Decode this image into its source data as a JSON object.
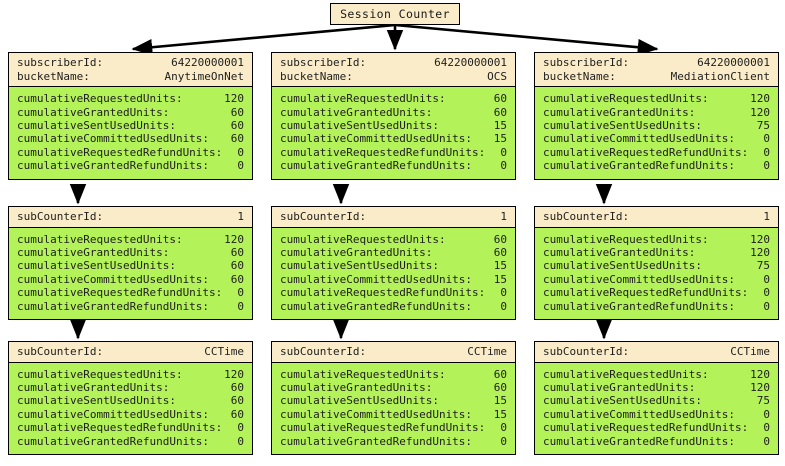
{
  "diagram": {
    "title": "Session Counter",
    "field_labels": {
      "subscriberId": "subscriberId:",
      "bucketName": "bucketName:",
      "subCounterId": "subCounterId:",
      "cumulativeRequestedUnits": "cumulativeRequestedUnits:",
      "cumulativeGrantedUnits": "cumulativeGrantedUnits:",
      "cumulativeSentUsedUnits": "cumulativeSentUsedUnits:",
      "cumulativeCommittedUsedUnits": "cumulativeCommittedUsedUnits:",
      "cumulativeRequestedRefundUnits": "cumulativeRequestedRefundUnits:",
      "cumulativeGrantedRefundUnits": "cumulativeGrantedRefundUnits:"
    },
    "columns": [
      {
        "blocks": [
          {
            "head": [
              {
                "label": "subscriberId:",
                "value": "64220000001"
              },
              {
                "label": "bucketName:",
                "value": "AnytimeOnNet"
              }
            ],
            "body": [
              {
                "label": "cumulativeRequestedUnits:",
                "value": "120"
              },
              {
                "label": "cumulativeGrantedUnits:",
                "value": "60"
              },
              {
                "label": "cumulativeSentUsedUnits:",
                "value": "60"
              },
              {
                "label": "cumulativeCommittedUsedUnits:",
                "value": "60"
              },
              {
                "label": "cumulativeRequestedRefundUnits:",
                "value": "0"
              },
              {
                "label": "cumulativeGrantedRefundUnits:",
                "value": "0"
              }
            ]
          },
          {
            "head": [
              {
                "label": "subCounterId:",
                "value": "1"
              }
            ],
            "body": [
              {
                "label": "cumulativeRequestedUnits:",
                "value": "120"
              },
              {
                "label": "cumulativeGrantedUnits:",
                "value": "60"
              },
              {
                "label": "cumulativeSentUsedUnits:",
                "value": "60"
              },
              {
                "label": "cumulativeCommittedUsedUnits:",
                "value": "60"
              },
              {
                "label": "cumulativeRequestedRefundUnits:",
                "value": "0"
              },
              {
                "label": "cumulativeGrantedRefundUnits:",
                "value": "0"
              }
            ]
          },
          {
            "head": [
              {
                "label": "subCounterId:",
                "value": "CCTime"
              }
            ],
            "body": [
              {
                "label": "cumulativeRequestedUnits:",
                "value": "120"
              },
              {
                "label": "cumulativeGrantedUnits:",
                "value": "60"
              },
              {
                "label": "cumulativeSentUsedUnits:",
                "value": "60"
              },
              {
                "label": "cumulativeCommittedUsedUnits:",
                "value": "60"
              },
              {
                "label": "cumulativeRequestedRefundUnits:",
                "value": "0"
              },
              {
                "label": "cumulativeGrantedRefundUnits:",
                "value": "0"
              }
            ]
          }
        ]
      },
      {
        "blocks": [
          {
            "head": [
              {
                "label": "subscriberId:",
                "value": "64220000001"
              },
              {
                "label": "bucketName:",
                "value": "OCS"
              }
            ],
            "body": [
              {
                "label": "cumulativeRequestedUnits:",
                "value": "60"
              },
              {
                "label": "cumulativeGrantedUnits:",
                "value": "60"
              },
              {
                "label": "cumulativeSentUsedUnits:",
                "value": "15"
              },
              {
                "label": "cumulativeCommittedUsedUnits:",
                "value": "15"
              },
              {
                "label": "cumulativeRequestedRefundUnits:",
                "value": "0"
              },
              {
                "label": "cumulativeGrantedRefundUnits:",
                "value": "0"
              }
            ]
          },
          {
            "head": [
              {
                "label": "subCounterId:",
                "value": "1"
              }
            ],
            "body": [
              {
                "label": "cumulativeRequestedUnits:",
                "value": "60"
              },
              {
                "label": "cumulativeGrantedUnits:",
                "value": "60"
              },
              {
                "label": "cumulativeSentUsedUnits:",
                "value": "15"
              },
              {
                "label": "cumulativeCommittedUsedUnits:",
                "value": "15"
              },
              {
                "label": "cumulativeRequestedRefundUnits:",
                "value": "0"
              },
              {
                "label": "cumulativeGrantedRefundUnits:",
                "value": "0"
              }
            ]
          },
          {
            "head": [
              {
                "label": "subCounterId:",
                "value": "CCTime"
              }
            ],
            "body": [
              {
                "label": "cumulativeRequestedUnits:",
                "value": "60"
              },
              {
                "label": "cumulativeGrantedUnits:",
                "value": "60"
              },
              {
                "label": "cumulativeSentUsedUnits:",
                "value": "15"
              },
              {
                "label": "cumulativeCommittedUsedUnits:",
                "value": "15"
              },
              {
                "label": "cumulativeRequestedRefundUnits:",
                "value": "0"
              },
              {
                "label": "cumulativeGrantedRefundUnits:",
                "value": "0"
              }
            ]
          }
        ]
      },
      {
        "blocks": [
          {
            "head": [
              {
                "label": "subscriberId:",
                "value": "64220000001"
              },
              {
                "label": "bucketName:",
                "value": "MediationClient"
              }
            ],
            "body": [
              {
                "label": "cumulativeRequestedUnits:",
                "value": "120"
              },
              {
                "label": "cumulativeGrantedUnits:",
                "value": "120"
              },
              {
                "label": "cumulativeSentUsedUnits:",
                "value": "75"
              },
              {
                "label": "cumulativeCommittedUsedUnits:",
                "value": "0"
              },
              {
                "label": "cumulativeRequestedRefundUnits:",
                "value": "0"
              },
              {
                "label": "cumulativeGrantedRefundUnits:",
                "value": "0"
              }
            ]
          },
          {
            "head": [
              {
                "label": "subCounterId:",
                "value": "1"
              }
            ],
            "body": [
              {
                "label": "cumulativeRequestedUnits:",
                "value": "120"
              },
              {
                "label": "cumulativeGrantedUnits:",
                "value": "120"
              },
              {
                "label": "cumulativeSentUsedUnits:",
                "value": "75"
              },
              {
                "label": "cumulativeCommittedUsedUnits:",
                "value": "0"
              },
              {
                "label": "cumulativeRequestedRefundUnits:",
                "value": "0"
              },
              {
                "label": "cumulativeGrantedRefundUnits:",
                "value": "0"
              }
            ]
          },
          {
            "head": [
              {
                "label": "subCounterId:",
                "value": "CCTime"
              }
            ],
            "body": [
              {
                "label": "cumulativeRequestedUnits:",
                "value": "120"
              },
              {
                "label": "cumulativeGrantedUnits:",
                "value": "120"
              },
              {
                "label": "cumulativeSentUsedUnits:",
                "value": "75"
              },
              {
                "label": "cumulativeCommittedUsedUnits:",
                "value": "0"
              },
              {
                "label": "cumulativeRequestedRefundUnits:",
                "value": "0"
              },
              {
                "label": "cumulativeGrantedRefundUnits:",
                "value": "0"
              }
            ]
          }
        ]
      }
    ],
    "colors": {
      "header_fill": "#faecc8",
      "body_fill": "#b4f25a",
      "border": "#000000",
      "text": "#1e1e1e",
      "background": "#ffffff"
    }
  }
}
